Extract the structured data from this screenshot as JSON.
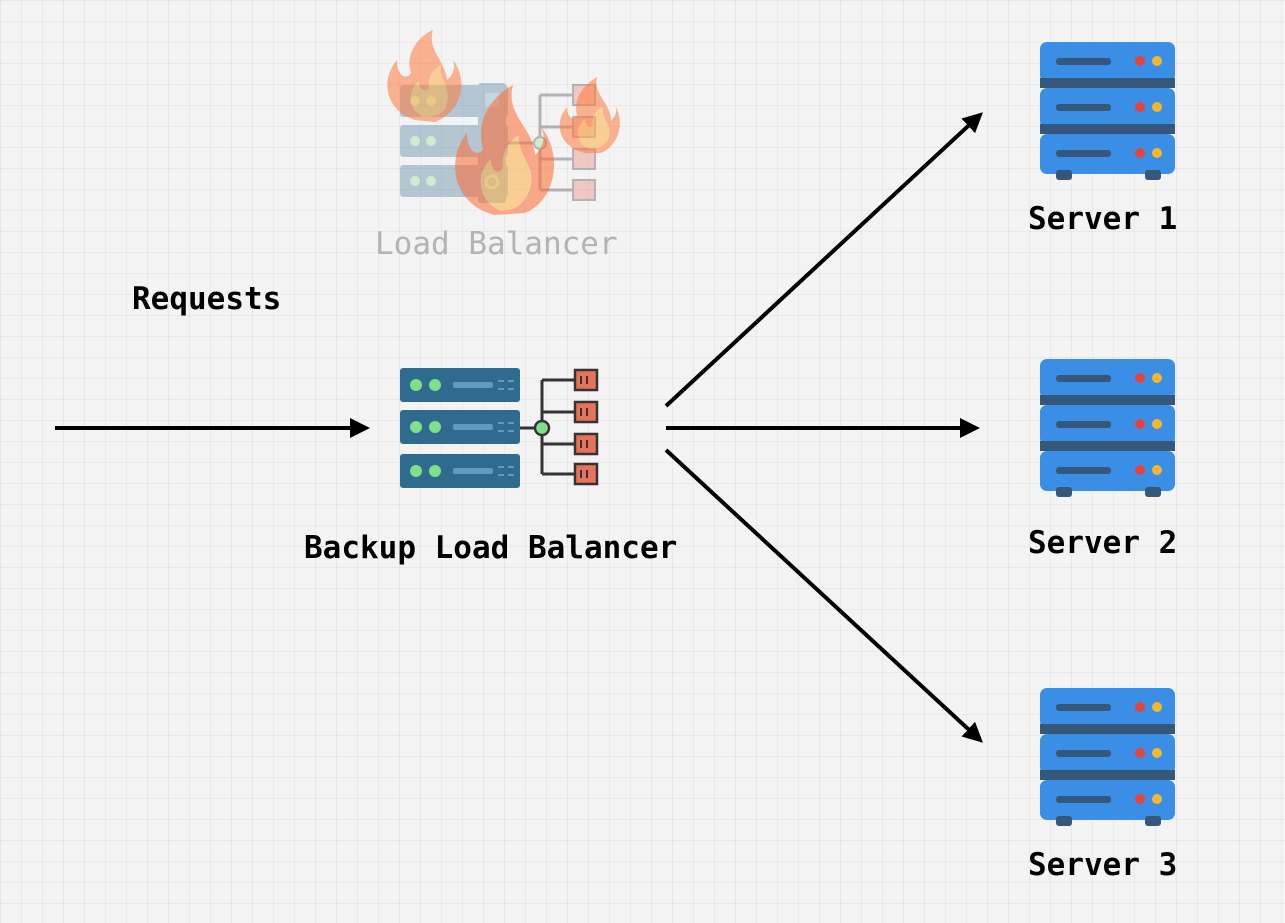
{
  "labels": {
    "failed_load_balancer": "Load Balancer",
    "requests": "Requests",
    "backup_load_balancer": "Backup Load Balancer",
    "server_1": "Server 1",
    "server_2": "Server 2",
    "server_3": "Server 3"
  },
  "icons": {
    "failed_load_balancer": "load-balancer-on-fire-icon",
    "backup_load_balancer": "load-balancer-icon",
    "server": "server-rack-icon"
  },
  "colors": {
    "arrow": "#000000",
    "server_blue": "#3a8ee6",
    "load_balancer_teal": "#2f6b8f",
    "leaf_node_red": "#e8735a",
    "faded_text": "#b3b3b3"
  }
}
